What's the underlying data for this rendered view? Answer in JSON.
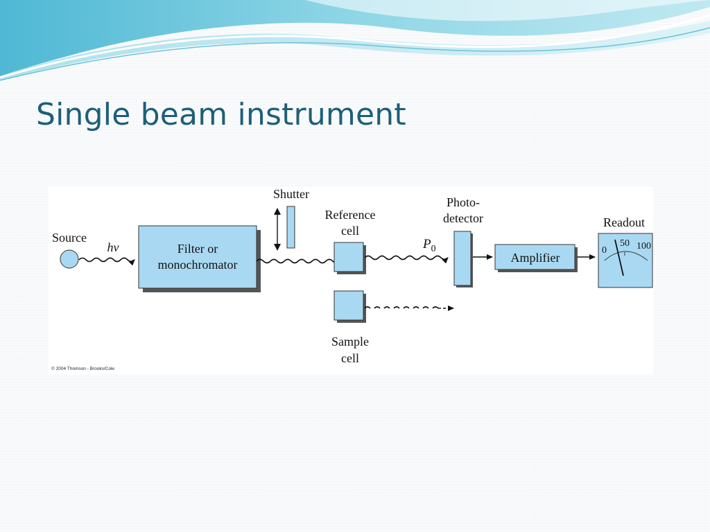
{
  "slide": {
    "title": "Single beam instrument"
  },
  "diagram": {
    "labels": {
      "source": "Source",
      "radiation_symbol": "hν",
      "filter_line1": "Filter or",
      "filter_line2": "monochromator",
      "shutter": "Shutter",
      "reference_line1": "Reference",
      "reference_line2": "cell",
      "p0_main": "P",
      "p0_sub": "0",
      "photo_line1": "Photo-",
      "photo_line2": "detector",
      "amplifier": "Amplifier",
      "readout": "Readout",
      "scale_0": "0",
      "scale_50": "50",
      "scale_100": "100",
      "sample_line1": "Sample",
      "sample_line2": "cell",
      "copyright": "© 2004 Thomson - Brooks/Cole"
    },
    "colors": {
      "box_fill": "#a9d9f2",
      "box_shadow": "#555555",
      "title_color": "#1d5f78"
    }
  }
}
